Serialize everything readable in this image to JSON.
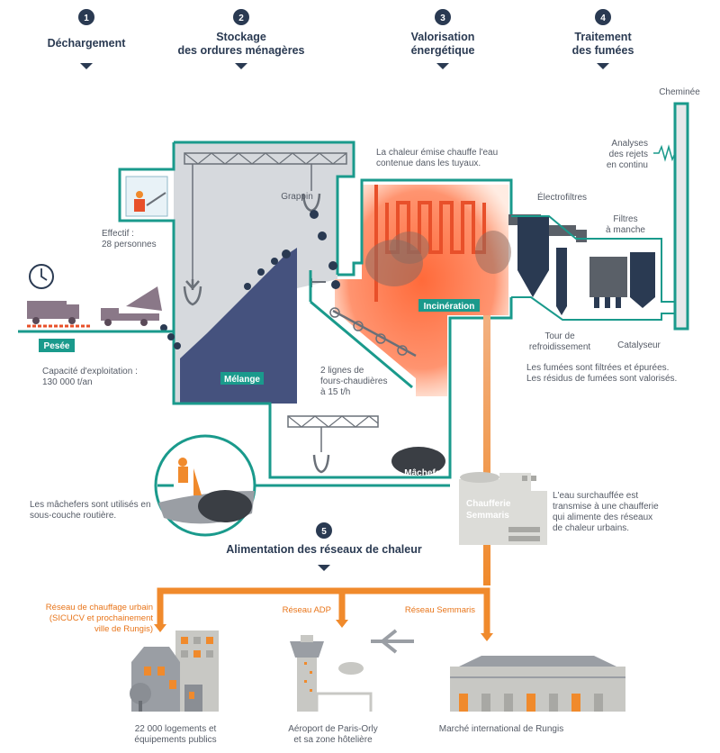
{
  "steps": [
    {
      "num": "1",
      "lines": [
        "Déchargement"
      ]
    },
    {
      "num": "2",
      "lines": [
        "Stockage",
        "des ordures ménagères"
      ]
    },
    {
      "num": "3",
      "lines": [
        "Valorisation",
        "énergétique"
      ]
    },
    {
      "num": "4",
      "lines": [
        "Traitement",
        "des fumées"
      ]
    },
    {
      "num": "5",
      "lines": [
        "Alimentation des réseaux de chaleur"
      ]
    }
  ],
  "labels": {
    "cheminee": "Cheminée",
    "chaleur": [
      "La chaleur émise chauffe l'eau",
      "contenue dans les tuyaux."
    ],
    "analyses": [
      "Analyses",
      "des rejets",
      "en continu"
    ],
    "grappin": "Grappin",
    "electrofiltres": "Électrofiltres",
    "filtres": [
      "Filtres",
      "à manche"
    ],
    "effectif": [
      "Effectif :",
      "28 personnes"
    ],
    "incineration": "Incinération",
    "pesee": "Pesée",
    "capacite": [
      "Capacité d'exploitation :",
      "130 000 t/an"
    ],
    "melange": "Mélange",
    "lignes": [
      "2 lignes de",
      "fours-chaudières",
      "à 15 t/h"
    ],
    "tour": [
      "Tour de",
      "refroidissement"
    ],
    "catalyseur": "Catalyseur",
    "fumees_note": [
      "Les fumées sont filtrées et épurées.",
      "Les résidus de fumées sont valorisés."
    ],
    "machefers": "Mâchefers",
    "chaufferie": [
      "Chaufferie",
      "Semmaris"
    ],
    "eau_note": [
      "L'eau surchauffée est",
      "transmise à une chaufferie",
      "qui alimente des réseaux",
      "de chaleur urbains."
    ],
    "machefers_note": [
      "Les mâchefers sont utilisés en",
      "sous-couche routière."
    ],
    "reseau_urbain": [
      "Réseau de chauffage urbain",
      "(SICUCV et prochainement",
      "ville de Rungis)"
    ],
    "reseau_adp": "Réseau ADP",
    "reseau_semmaris": "Réseau Semmaris",
    "logements": [
      "22 000 logements et",
      "équipements publics"
    ],
    "aeroport": [
      "Aéroport de Paris-Orly",
      "et sa zone hôtelière"
    ],
    "marche": "Marché international de Rungis"
  },
  "colors": {
    "teal": "#1a9a8c",
    "navy": "#2a3a52",
    "storage_fill": "#d6d9dd",
    "waste": "#45527e",
    "orange": "#f08a2c",
    "hot": "#ff8050",
    "grey": "#8a8e94"
  }
}
